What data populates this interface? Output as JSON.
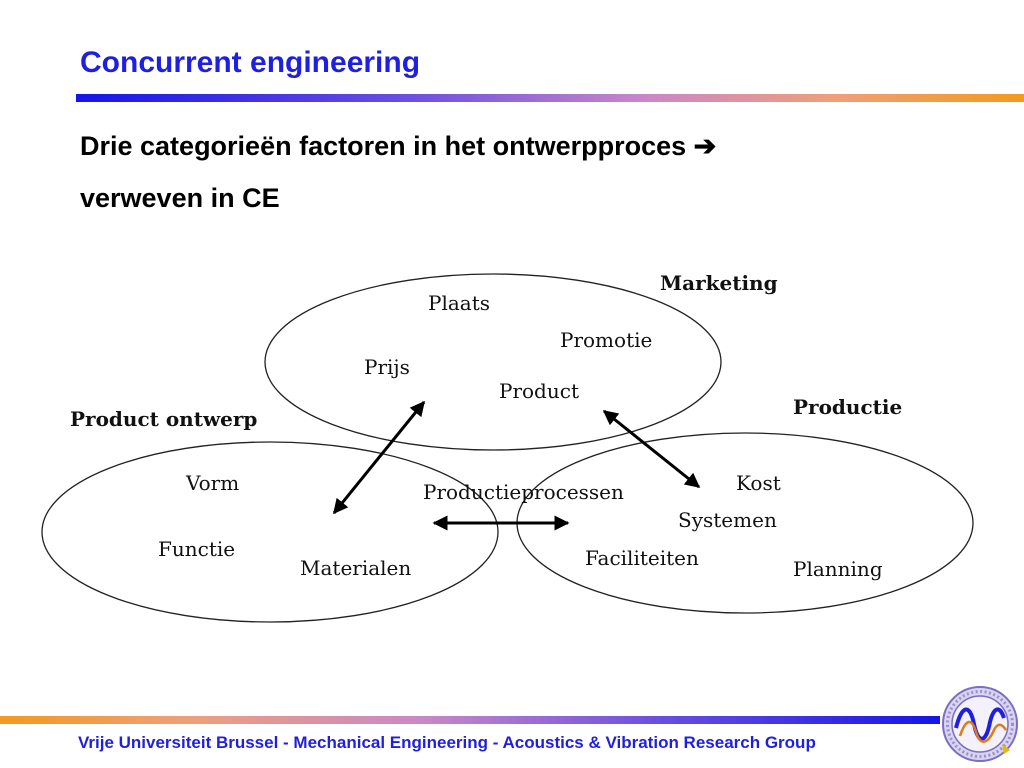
{
  "slide": {
    "title": "Concurrent engineering",
    "subtitle_line1": "Drie categorieën factoren in het ontwerpproces ➔",
    "subtitle_line2": "verweven in CE"
  },
  "diagram": {
    "groups": [
      {
        "name": "Marketing",
        "items": [
          "Plaats",
          "Promotie",
          "Prijs",
          "Product"
        ]
      },
      {
        "name": "Product ontwerp",
        "items": [
          "Vorm",
          "Functie",
          "Materialen"
        ]
      },
      {
        "name": "Productie",
        "items": [
          "Kost",
          "Systemen",
          "Faciliteiten",
          "Planning"
        ]
      }
    ],
    "shared_label": "Productieprocessen"
  },
  "footer": {
    "text": "Vrije Universiteit Brussel - Mechanical Engineering - Acoustics & Vibration Research Group"
  },
  "colors": {
    "title": "#1f1fe0",
    "bar_blue": "#1515e6",
    "bar_orange": "#f39a1e"
  }
}
